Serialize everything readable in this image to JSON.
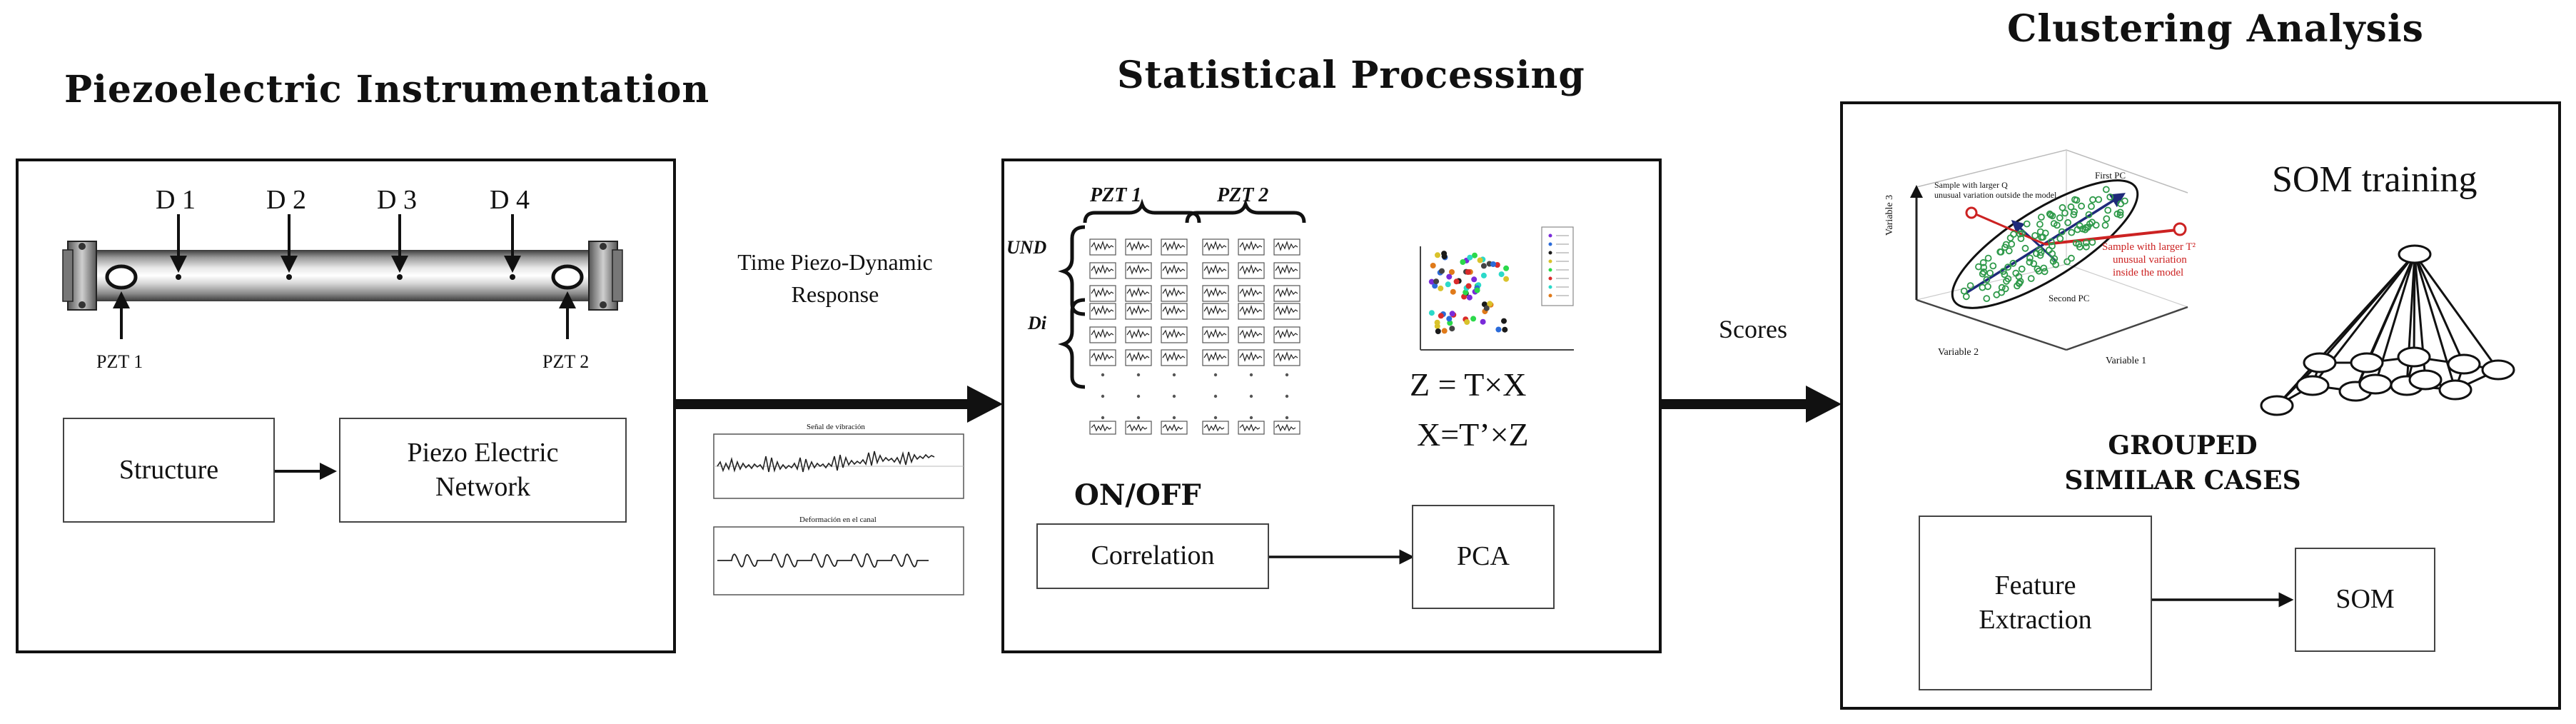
{
  "sections": {
    "instrumentation": "Piezoelectric Instrumentation",
    "statistical": "Statistical Processing",
    "clustering": "Clustering Analysis"
  },
  "pipe": {
    "damages": [
      "D 1",
      "D 2",
      "D 3",
      "D 4"
    ],
    "pzt_left": "PZT 1",
    "pzt_right": "PZT 2"
  },
  "instrumentation_boxes": {
    "structure": "Structure",
    "network_line1": "Piezo Electric",
    "network_line2": "Network"
  },
  "response": {
    "line1": "Time Piezo-Dynamic",
    "line2": "Response",
    "plot1_title": "Señal de vibración",
    "plot2_title": "Deformación en el canal"
  },
  "matrix": {
    "pzt1": "PZT 1",
    "pzt2": "PZT 2",
    "und": "UND",
    "di": "Di"
  },
  "equations": {
    "eq1": "Z = T×X",
    "eq2": "X=T’×Z"
  },
  "processing": {
    "onoff": "ON/OFF",
    "correlation": "Correlation",
    "pca": "PCA"
  },
  "scores_label": "Scores",
  "pca_plot": {
    "first_pc": "First PC",
    "second_pc": "Second PC",
    "var1": "Variable 1",
    "var2": "Variable 2",
    "var3": "Variable 3",
    "note_q_1": "Sample with larger Q",
    "note_q_2": "unusual variation outside the model",
    "note_t_1": "Sample with larger T²",
    "note_t_2": "unusual variation",
    "note_t_3": "inside the model"
  },
  "clustering_panel": {
    "som_training": "SOM training",
    "grouped_1": "GROUPED",
    "grouped_2": "SIMILAR CASES",
    "feature_1": "Feature",
    "feature_2": "Extraction",
    "som": "SOM"
  },
  "colors": {
    "stroke": "#111111",
    "box_border": "#444444",
    "red_note": "#cc2222",
    "green_points": "#2f9a4a",
    "pc_arrow": "#1f2a7a"
  }
}
